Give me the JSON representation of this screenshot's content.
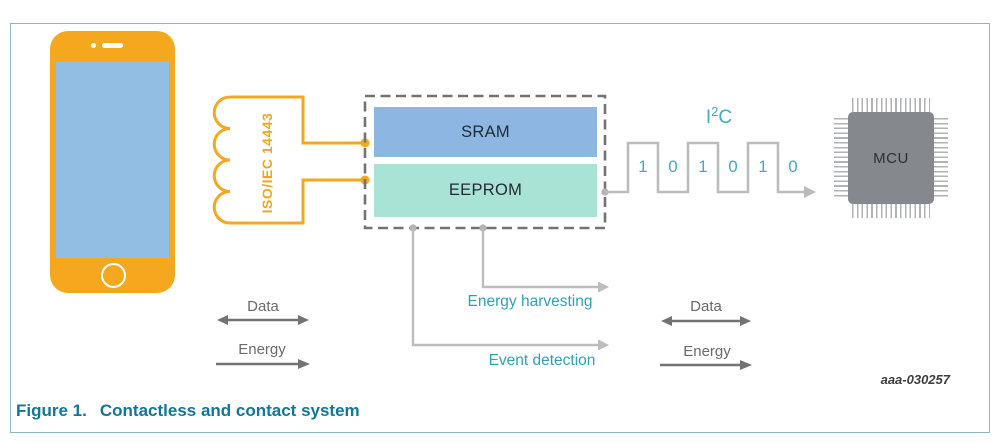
{
  "colors": {
    "orange": "#F5A81E",
    "screen_blue": "#93BEE3",
    "sram_blue": "#8DB6E3",
    "eeprom_teal": "#A9E3D6",
    "teal_text": "#2FA2B5",
    "caption_teal": "#11769A",
    "line_gray": "#BCBCBC",
    "arrow_gray": "#737373",
    "mcu_gray": "#85888C",
    "border_blue": "#8DB5C2"
  },
  "figure": {
    "caption_label": "Figure 1.",
    "caption_title": "Contactless and contact system",
    "artwork_id": "aaa-030257"
  },
  "diagram": {
    "coil_label": "ISO/IEC 14443",
    "sram_label": "SRAM",
    "eeprom_label": "EEPROM",
    "mcu_label": "MCU",
    "i2c": {
      "base": "I",
      "sup": "2",
      "end": "C"
    },
    "bits": [
      "1",
      "0",
      "1",
      "0",
      "1",
      "0"
    ],
    "left_arrows": {
      "data": "Data",
      "energy": "Energy"
    },
    "right_arrows": {
      "data": "Data",
      "energy": "Energy"
    },
    "harvest_label": "Energy harvesting",
    "event_label": "Event detection"
  }
}
